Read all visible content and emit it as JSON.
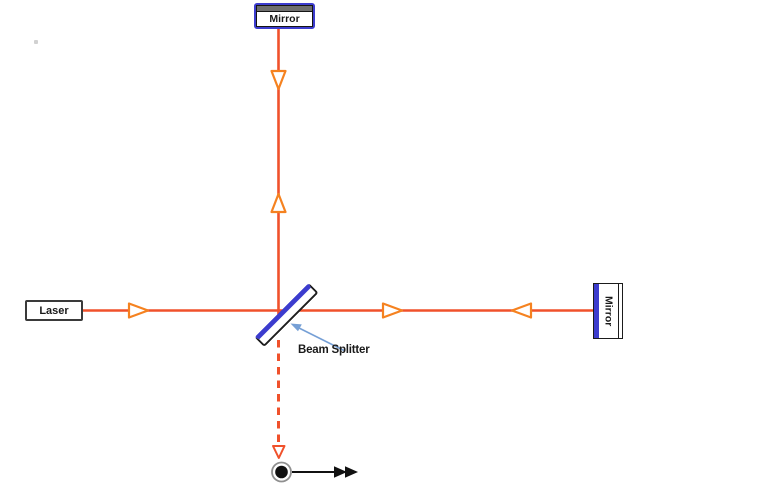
{
  "labels": {
    "laser": "Laser",
    "mirror_top": "Mirror",
    "mirror_right": "Mirror",
    "beam_splitter": "Beam Splitter"
  },
  "colors": {
    "beam": "#F0512B",
    "arrowhead": "#F58220",
    "mirror_blue": "#3C3CCE",
    "annotation_arrow": "#76A0D6",
    "detector_ring": "#8F8F8F",
    "black": "#111111",
    "white": "#FFFFFF"
  }
}
